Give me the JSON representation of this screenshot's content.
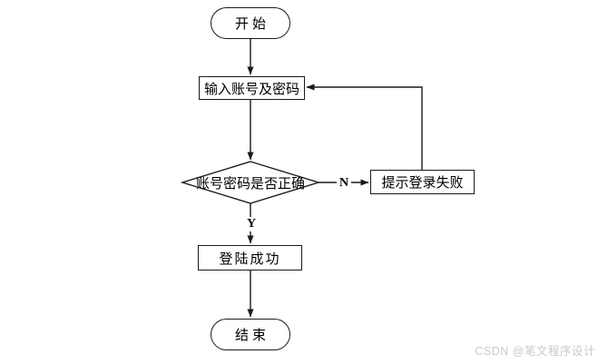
{
  "diagram": {
    "title_hint": "login-flowchart",
    "nodes": {
      "start": {
        "label": "开始",
        "type": "terminator"
      },
      "input": {
        "label": "输入账号及密码",
        "type": "process"
      },
      "decision": {
        "label": "账号密码是否正确",
        "type": "decision"
      },
      "fail": {
        "label": "提示登录失败",
        "type": "process"
      },
      "success": {
        "label": "登陆成功",
        "type": "process"
      },
      "end": {
        "label": "结束",
        "type": "terminator"
      }
    },
    "edges": {
      "no_label": "N",
      "yes_label": "Y"
    },
    "colors": {
      "stroke": "#1a1a1a",
      "fill": "#ffffff",
      "background": "#ffffff",
      "watermark": "#c9c9c9"
    }
  },
  "watermark": {
    "text": "CSDN @笔文程序设计"
  }
}
